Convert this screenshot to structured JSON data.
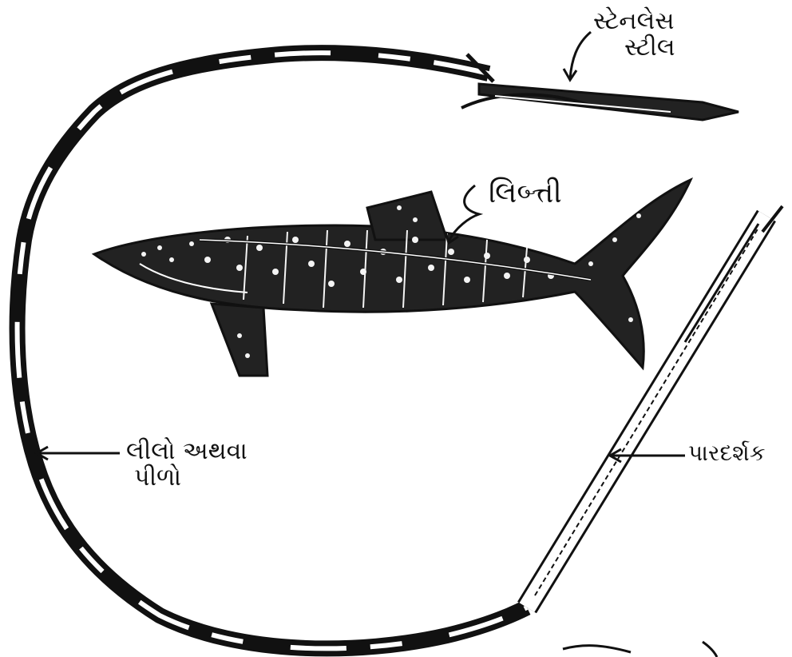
{
  "colors": {
    "ink": "#111111",
    "paper": "#ffffff",
    "spot": "#f4f4f4"
  },
  "labels": {
    "stainless_line1": "સ્ટેનલેસ",
    "stainless_line2": "સ્ટીલ",
    "tag": "લિબ્ત્તી",
    "green_yellow_line1": "લીલો અથવા",
    "green_yellow_line2": "પીળો",
    "transparent": "પારદર્શક"
  }
}
